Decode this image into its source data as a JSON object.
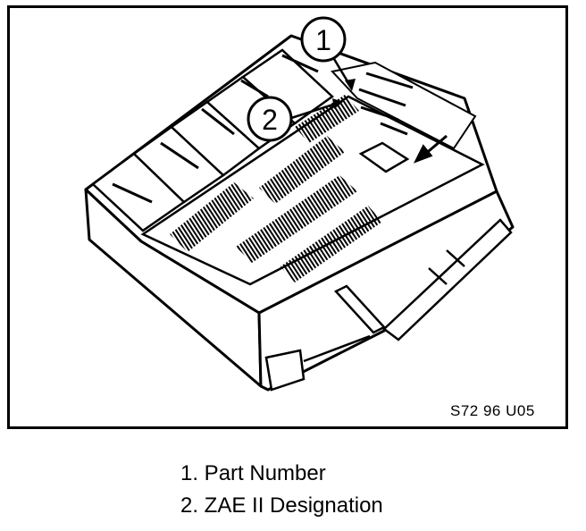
{
  "figure": {
    "code": "S72 96 U05",
    "callouts": [
      {
        "number": "1"
      },
      {
        "number": "2"
      }
    ]
  },
  "legend": {
    "items": [
      {
        "text": "1. Part Number"
      },
      {
        "text": "2. ZAE II Designation"
      }
    ]
  }
}
